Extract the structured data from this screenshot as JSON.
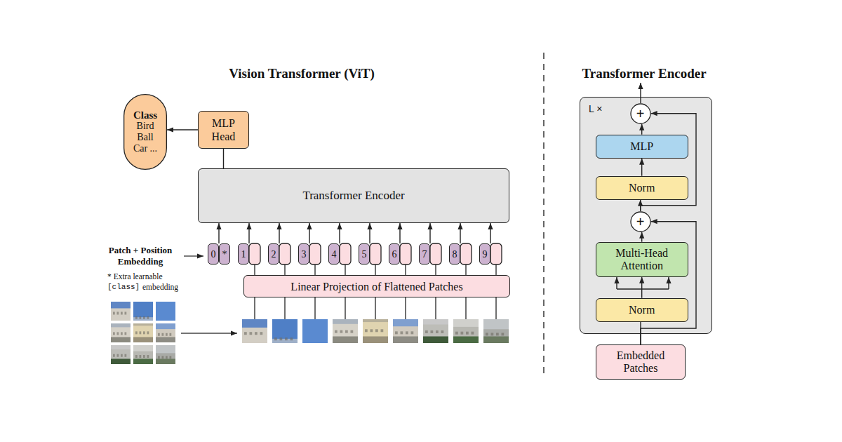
{
  "diagram": {
    "nodes": [
      {
        "text": [
          "Class",
          "Bird Ball Car ..."
        ]
      },
      {
        "text": [
          "MLP Head"
        ]
      },
      {
        "text": [
          "Transformer Encoder"
        ]
      },
      {
        "text": [
          "0"
        ]
      },
      {
        "text": [
          "*"
        ]
      },
      {
        "text": [
          "1"
        ]
      },
      {
        "text": [
          "2"
        ]
      },
      {
        "text": [
          "3"
        ]
      },
      {
        "text": [
          "4"
        ]
      },
      {
        "text": [
          "5"
        ]
      },
      {
        "text": [
          "6"
        ]
      },
      {
        "text": [
          "7"
        ]
      },
      {
        "text": [
          "8"
        ]
      },
      {
        "text": [
          "9"
        ]
      },
      {
        "text": [
          "Linear Projection of Flattened Patches"
        ]
      },
      {
        "text": [
          "L ×"
        ]
      },
      {
        "text": [
          "+"
        ],
        "in": 15
      },
      {
        "text": [
          "MLP"
        ],
        "in": 15
      },
      {
        "text": [
          "Norm"
        ],
        "in": 15
      },
      {
        "text": [
          "+"
        ],
        "in": 15
      },
      {
        "text": [
          "Multi-Head Attention"
        ],
        "in": 15
      },
      {
        "text": [
          "Norm"
        ],
        "in": 15
      },
      {
        "text": [
          "Embedded Patches"
        ]
      }
    ],
    "edges": [
      {
        "from": 2,
        "to": 1,
        "arrow": "none"
      },
      {
        "from": 1,
        "to": 0,
        "arrow": "to"
      },
      {
        "from": 3,
        "to": 2,
        "arrow": "to"
      },
      {
        "from": 5,
        "to": 2,
        "arrow": "to"
      },
      {
        "from": 6,
        "to": 2,
        "arrow": "to"
      },
      {
        "from": 7,
        "to": 2,
        "arrow": "to"
      },
      {
        "from": 8,
        "to": 2,
        "arrow": "to"
      },
      {
        "from": 9,
        "to": 2,
        "arrow": "to"
      },
      {
        "from": 10,
        "to": 2,
        "arrow": "to"
      },
      {
        "from": 11,
        "to": 2,
        "arrow": "to"
      },
      {
        "from": 12,
        "to": 2,
        "arrow": "to"
      },
      {
        "from": 13,
        "to": 2,
        "arrow": "to"
      },
      {
        "from": 22,
        "to": 21,
        "arrow": "none"
      },
      {
        "from": 22,
        "to": 19,
        "arrow": "to"
      },
      {
        "from": 21,
        "to": 20,
        "arrow": "to"
      },
      {
        "from": 20,
        "to": 19,
        "arrow": "to"
      },
      {
        "from": 19,
        "to": 18,
        "arrow": "to"
      },
      {
        "from": 19,
        "to": 16,
        "arrow": "to"
      },
      {
        "from": 18,
        "to": 17,
        "arrow": "to"
      },
      {
        "from": 17,
        "to": 16,
        "arrow": "to"
      }
    ],
    "labels": [
      "Vision Transformer (ViT)",
      "Transformer Encoder",
      "Patch + Position Embedding",
      "* Extra learnable",
      "[class]",
      "embedding"
    ]
  }
}
